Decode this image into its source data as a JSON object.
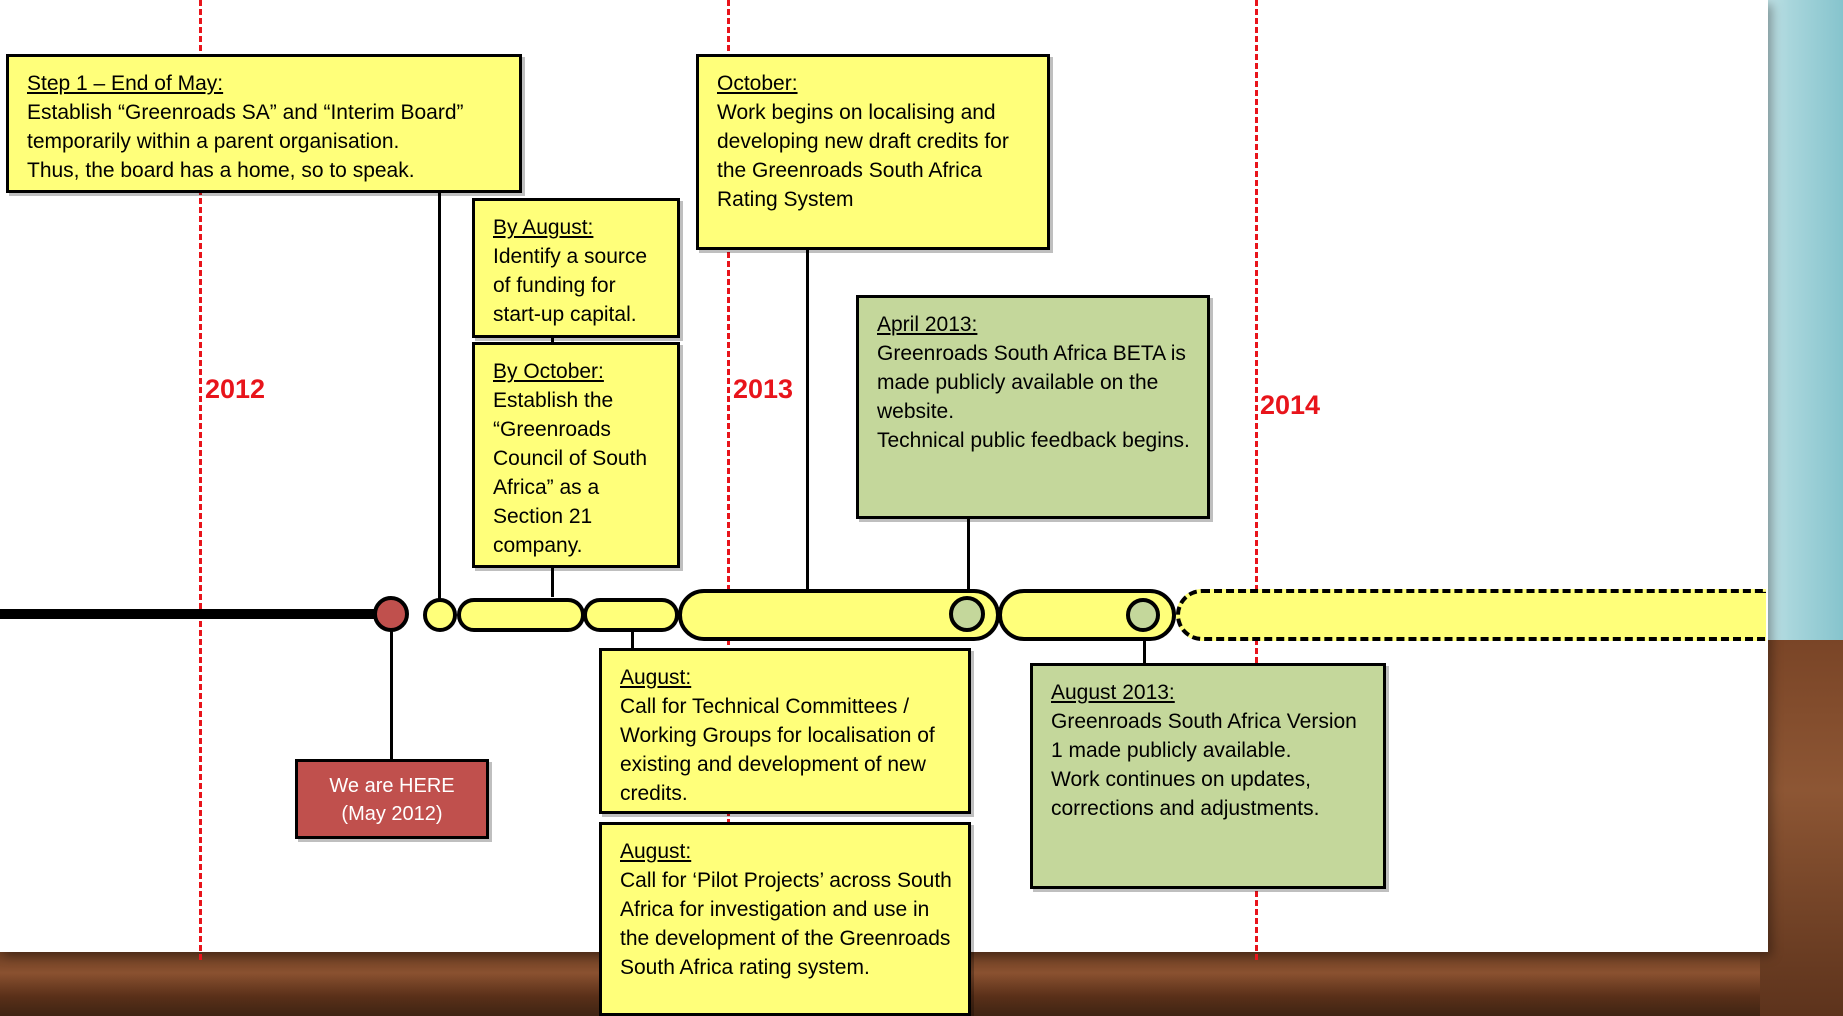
{
  "years": [
    "2012",
    "2013",
    "2014"
  ],
  "colors": {
    "yellow": "#ffff7a",
    "green": "#c4d79b",
    "red": "#c0504d",
    "year": "#e8141b"
  },
  "boxes": {
    "step1": {
      "title": "Step 1 – End of May:",
      "body": "Establish “Greenroads SA” and “Interim Board” temporarily within a parent organisation.\nThus, the board has a home, so to speak."
    },
    "by_august": {
      "title": "By August:",
      "body": "Identify a source of funding for start-up capital."
    },
    "by_october": {
      "title": "By October:",
      "body": "Establish the “Greenroads Council of South Africa” as a Section 21 company."
    },
    "october": {
      "title": "October:",
      "body": "Work begins on localising and developing new draft credits for the Greenroads South Africa Rating System"
    },
    "april_2013": {
      "title": "April 2013:",
      "body": "Greenroads South Africa BETA is made publicly available on the website.\nTechnical public feedback begins."
    },
    "here": {
      "body": "We are HERE\n(May 2012)"
    },
    "august_tc": {
      "title": "August:",
      "body": "Call for Technical Committees / Working Groups for localisation of existing and development of new credits."
    },
    "august_pilot": {
      "title": "August:",
      "body": "Call for ‘Pilot Projects’ across South Africa for investigation and use in the development of the Greenroads South Africa rating system."
    },
    "august_2013": {
      "title": "August 2013:",
      "body": "Greenroads South Africa Version 1 made publicly available.\nWork continues on updates, corrections and adjustments."
    }
  }
}
